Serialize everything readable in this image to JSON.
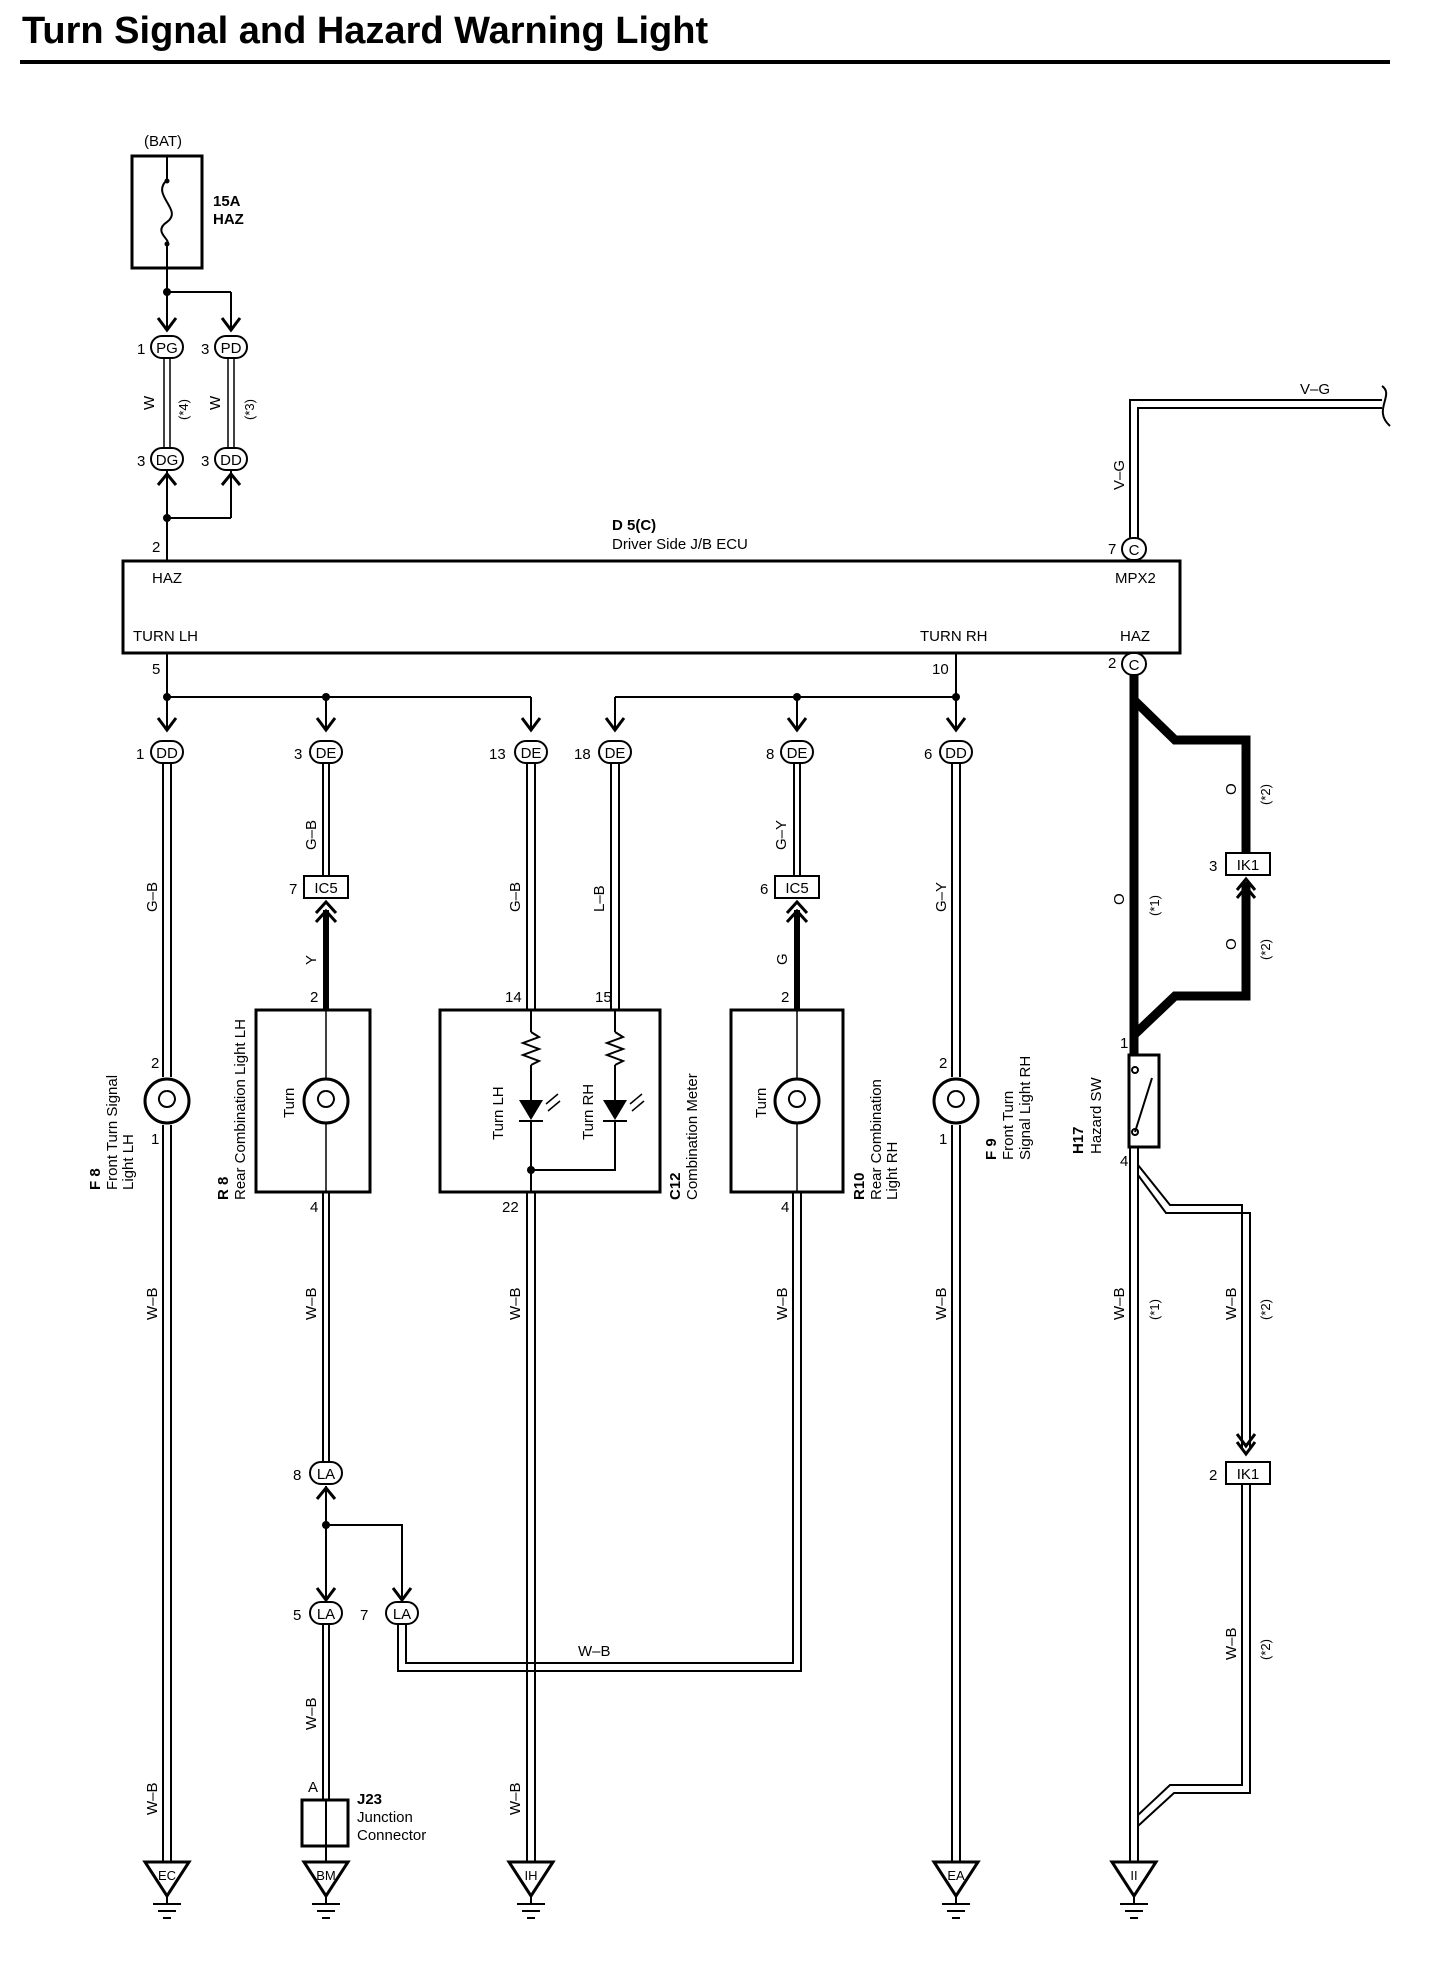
{
  "title": "Turn Signal and Hazard Warning Light",
  "fuse": {
    "source": "(BAT)",
    "rating": "15A",
    "name": "HAZ"
  },
  "ecu": {
    "code": "D 5(C)",
    "name": "Driver Side J/B ECU",
    "pins": {
      "haz_in": "2",
      "mpx2": "7",
      "turn_lh": "5",
      "turn_rh": "10",
      "haz_out": "2"
    },
    "labels": {
      "haz_left": "HAZ",
      "mpx2": "MPX2",
      "turn_lh": "TURN LH",
      "turn_rh": "TURN RH",
      "haz_right": "HAZ"
    }
  },
  "connectors": [
    {
      "id": "pg",
      "pin": "1",
      "code": "PG"
    },
    {
      "id": "pd",
      "pin": "3",
      "code": "PD"
    },
    {
      "id": "dg",
      "pin": "3",
      "code": "DG"
    },
    {
      "id": "dd-top",
      "pin": "3",
      "code": "DD"
    },
    {
      "id": "ecu-c7",
      "pin": "",
      "code": "C"
    },
    {
      "id": "ecu-c2",
      "pin": "",
      "code": "C"
    },
    {
      "id": "dd1",
      "pin": "1",
      "code": "DD"
    },
    {
      "id": "de3",
      "pin": "3",
      "code": "DE"
    },
    {
      "id": "de13",
      "pin": "13",
      "code": "DE"
    },
    {
      "id": "de18",
      "pin": "18",
      "code": "DE"
    },
    {
      "id": "de8",
      "pin": "8",
      "code": "DE"
    },
    {
      "id": "dd6",
      "pin": "6",
      "code": "DD"
    },
    {
      "id": "ic5-7",
      "pin": "7",
      "code": "IC5"
    },
    {
      "id": "ic5-6",
      "pin": "6",
      "code": "IC5"
    },
    {
      "id": "ik1-3",
      "pin": "3",
      "code": "IK1"
    },
    {
      "id": "ik1-2",
      "pin": "2",
      "code": "IK1"
    },
    {
      "id": "la8",
      "pin": "8",
      "code": "LA"
    },
    {
      "id": "la5",
      "pin": "5",
      "code": "LA"
    },
    {
      "id": "la7",
      "pin": "7",
      "code": "LA"
    }
  ],
  "wires": {
    "fuse_pg": "W",
    "fuse_pg_note": "(*4)",
    "fuse_pd": "W",
    "fuse_pd_note": "(*3)",
    "mpx2_vertical": "V–G",
    "mpx2_horizontal": "V–G",
    "f8": "G–B",
    "r8_upper": "G–B",
    "r8_lower": "Y",
    "c12_lh": "G–B",
    "c12_rh": "L–B",
    "r10_upper": "G–Y",
    "r10_lower": "G",
    "f9": "G–Y",
    "haz_main": "O",
    "haz_main_note": "(*1)",
    "haz_alt_upper": "O",
    "haz_alt_upper_note": "(*2)",
    "haz_alt_lower": "O",
    "haz_alt_lower_note": "(*2)",
    "gnd_f8": "W–B",
    "gnd_r8": "W–B",
    "gnd_c12": "W–B",
    "gnd_r10": "W–B",
    "gnd_f9": "W–B",
    "gnd_h17": "W–B",
    "gnd_h17_note": "(*1)",
    "gnd_h17_alt": "W–B",
    "gnd_h17_alt_note": "(*2)",
    "gnd_ik1": "W–B",
    "gnd_ik1_note": "(*2)",
    "r10_to_la": "W–B",
    "j23_in": "W–B",
    "gnd_ec": "W–B",
    "gnd_ih": "W–B"
  },
  "components": {
    "f8": {
      "code": "F 8",
      "name1": "Front Turn Signal",
      "name2": "Light LH",
      "pin_top": "2",
      "pin_bottom": "1"
    },
    "r8": {
      "code": "R 8",
      "name": "Rear Combination Light LH",
      "lamp": "Turn",
      "pin_top": "2",
      "pin_bottom": "4"
    },
    "c12": {
      "code": "C12",
      "name": "Combination Meter",
      "led_lh": "Turn LH",
      "led_rh": "Turn RH",
      "pin_lh": "14",
      "pin_rh": "15",
      "pin_gnd": "22"
    },
    "r10": {
      "code": "R10",
      "name1": "Rear Combination",
      "name2": "Light RH",
      "lamp": "Turn",
      "pin_top": "2",
      "pin_bottom": "4"
    },
    "f9": {
      "code": "F 9",
      "name1": "Front Turn",
      "name2": "Signal Light RH",
      "pin_top": "2",
      "pin_bottom": "1"
    },
    "h17": {
      "code": "H17",
      "name": "Hazard SW",
      "pin_top": "1",
      "pin_bottom": "4"
    },
    "j23": {
      "code": "J23",
      "name1": "Junction",
      "name2": "Connector",
      "pin": "A"
    }
  },
  "grounds": [
    "EC",
    "BM",
    "IH",
    "EA",
    "II"
  ]
}
